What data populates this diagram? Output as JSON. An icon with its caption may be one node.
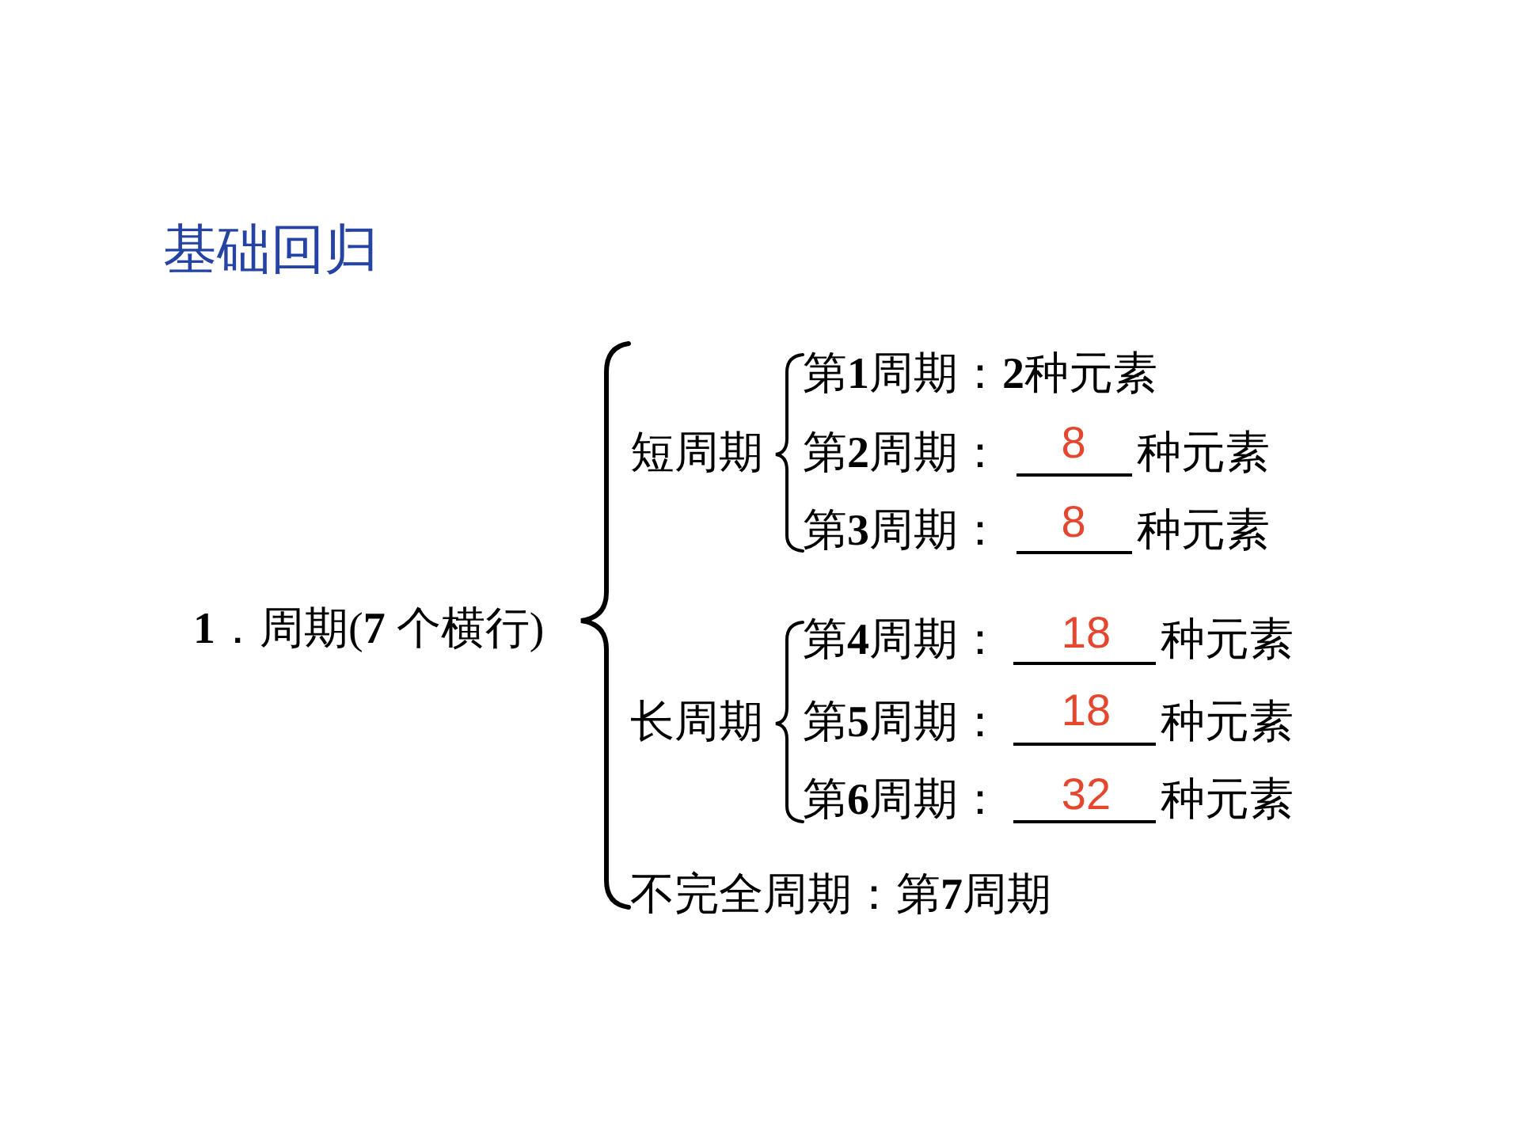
{
  "diagram": {
    "title": "基础回归",
    "labels": [
      "**1**．周期(**7** 个横行)",
      "短周期",
      "第**1**周期：**2**种元素",
      "第**2**周期：",
      "8",
      "种元素",
      "第**3**周期：",
      "8",
      "种元素",
      "长周期",
      "第**4**周期：",
      "18",
      "种元素",
      "第**5**周期：",
      "18",
      "种元素",
      "第**6**周期：",
      "32",
      "种元素",
      "不完全周期：第**7**周期"
    ]
  }
}
